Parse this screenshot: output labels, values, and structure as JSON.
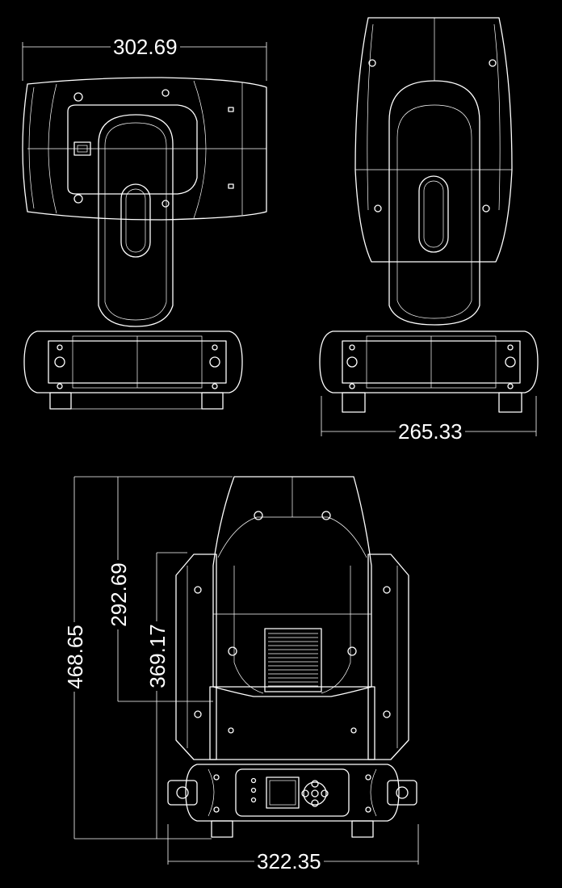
{
  "views": {
    "side": {
      "dimension_label": "302.69"
    },
    "front": {
      "dimension_label": "265.33"
    },
    "back": {
      "width_label": "322.35",
      "total_height_label": "468.65",
      "head_height_label": "292.69",
      "base_height_label": "369.17"
    }
  },
  "colors": {
    "background": "#000000",
    "line": "#ffffff"
  }
}
